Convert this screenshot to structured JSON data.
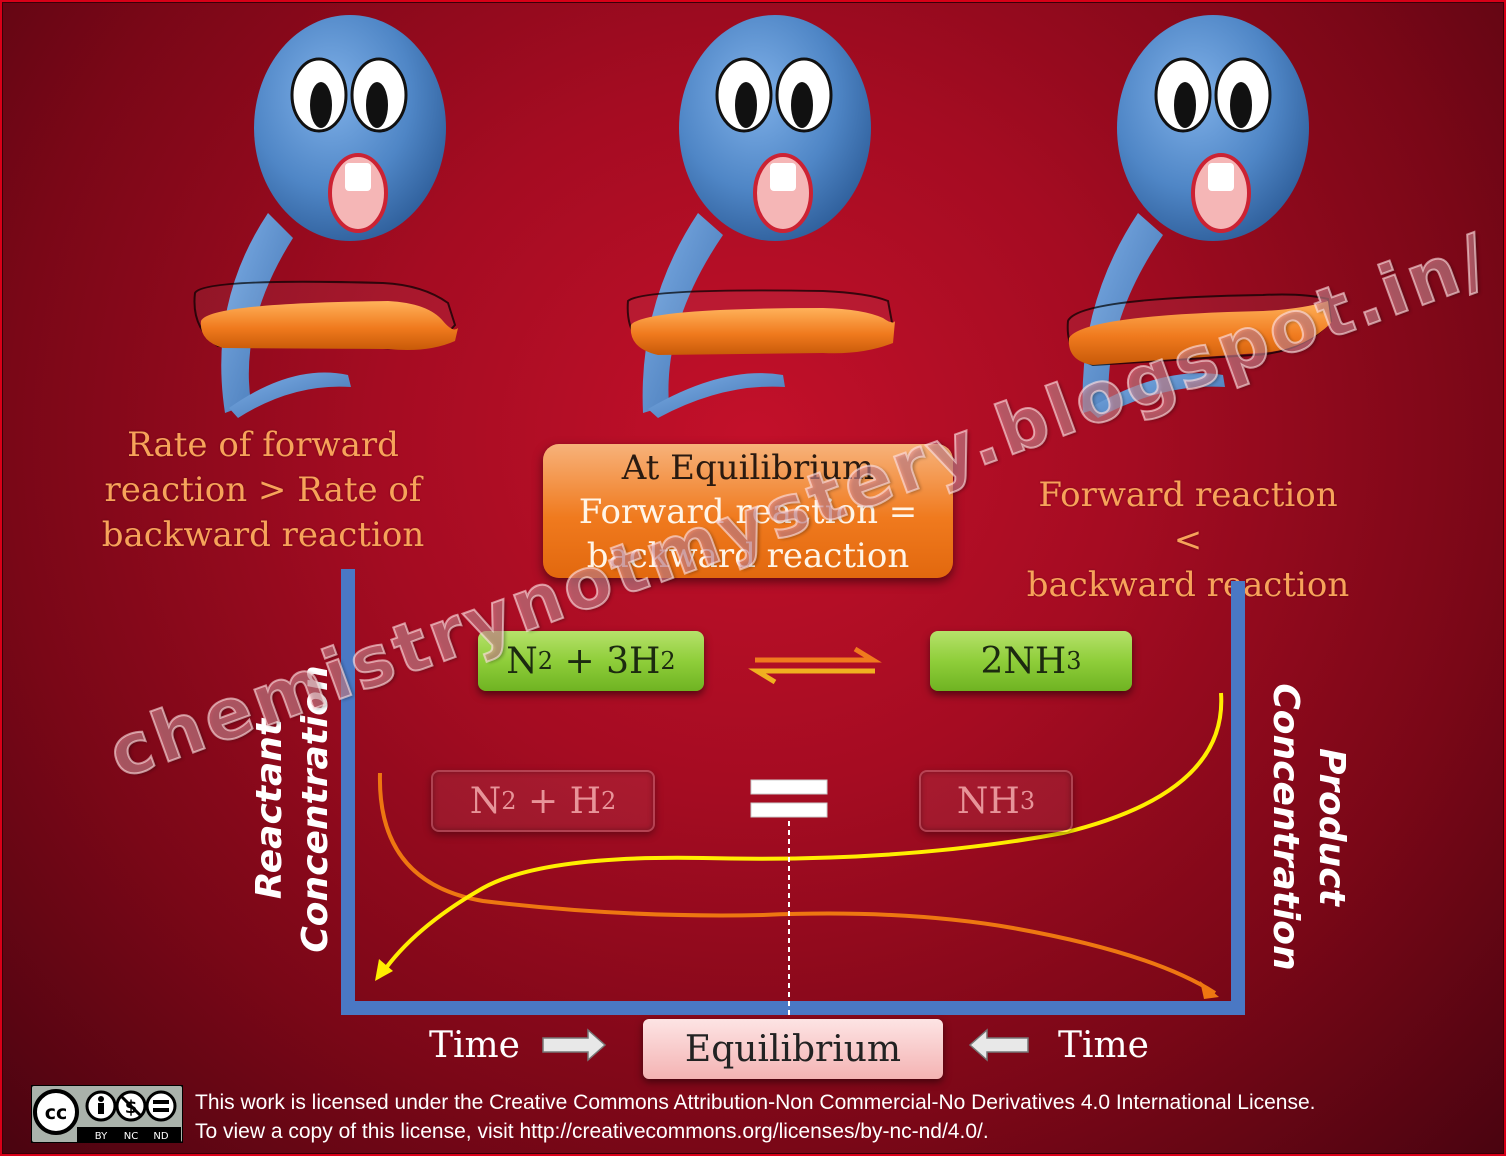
{
  "captions": {
    "left_lines": [
      "Rate of forward",
      "reaction > Rate of",
      "backward reaction"
    ],
    "right_lines": [
      "Forward reaction <",
      "backward reaction"
    ]
  },
  "equilibrium_box": {
    "title": "At Equilibrium",
    "line1": "Forward reaction =",
    "line2": "backward reaction"
  },
  "reaction": {
    "reactants": {
      "a": "N",
      "a_sub": "2",
      "b": " + 3H",
      "b_sub": "2"
    },
    "product": {
      "a": "2NH",
      "a_sub": "3"
    }
  },
  "ghost": {
    "reactants": {
      "a": "N",
      "a_sub": "2",
      "b": " + H",
      "b_sub": "2"
    },
    "product": {
      "a": "NH",
      "a_sub": "3"
    }
  },
  "axes": {
    "left_label_line1": "Reactant",
    "left_label_line2": "Concentration",
    "right_label_line1": "Product",
    "right_label_line2": "Concentration",
    "time_left": "Time",
    "time_right": "Time",
    "equilibrium_label": "Equilibrium"
  },
  "watermark": "chemistrynotmystery.blogspot.in/",
  "license": {
    "line1": "This work is licensed under the Creative Commons Attribution-Non Commercial-No Derivatives 4.0 International License.",
    "line2": "To view a copy of this license, visit http://creativecommons.org/licenses/by-nc-nd/4.0/.",
    "badge_text": [
      "cc",
      "BY",
      "NC",
      "ND"
    ]
  },
  "colors": {
    "background": "#a50c22",
    "character_blue": "#4f86c6",
    "balloon_orange": "#f07a1e",
    "caption_orange": "#f7a35a",
    "curve_yellow": "#ffee00",
    "curve_orange": "#ee7711",
    "axis_blue": "#4a78c4",
    "green_box": "#8fce3a"
  }
}
